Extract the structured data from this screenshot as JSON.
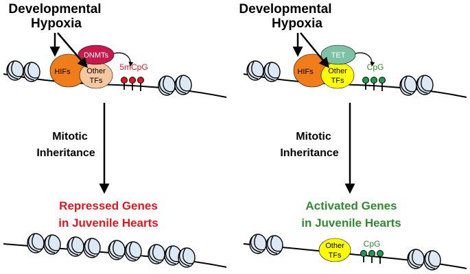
{
  "left_panel": {
    "trigger_line1": "Developmental",
    "trigger_line2": "Hypoxia",
    "enzyme": "DNMTs",
    "factor_hifs": "HIFs",
    "factor_other_line1": "Other",
    "factor_other_line2": "TFs",
    "mark_label": "5mCpG",
    "process_line1": "Mitotic",
    "process_line2": "Inheritance",
    "outcome_line1": "Repressed Genes",
    "outcome_line2": "in Juvenile Hearts"
  },
  "right_panel": {
    "trigger_line1": "Developmental",
    "trigger_line2": "Hypoxia",
    "enzyme": "TET",
    "factor_hifs": "HIFs",
    "factor_other_line1": "Other",
    "factor_other_line2": "TFs",
    "mark_label": "CpG",
    "process_line1": "Mitotic",
    "process_line2": "Inheritance",
    "outcome_line1": "Activated Genes",
    "outcome_line2": "in Juvenile Hearts",
    "bottom_factor_line1": "Other",
    "bottom_factor_line2": "TFs",
    "bottom_mark_label": "CpG"
  },
  "colors": {
    "repressed": "#e8141b",
    "activated": "#2e8b2e",
    "hifs": "#f07c1a",
    "other_tfs_left": "#f5c7a0",
    "other_tfs_right": "#ffff00",
    "dnmts": "#c8194a",
    "tet": "#7ec2a6",
    "methyl_lollipop": "#e8141b",
    "unmethyl_lollipop": "#1f9a50",
    "nucleosome": "#dde8f5"
  }
}
